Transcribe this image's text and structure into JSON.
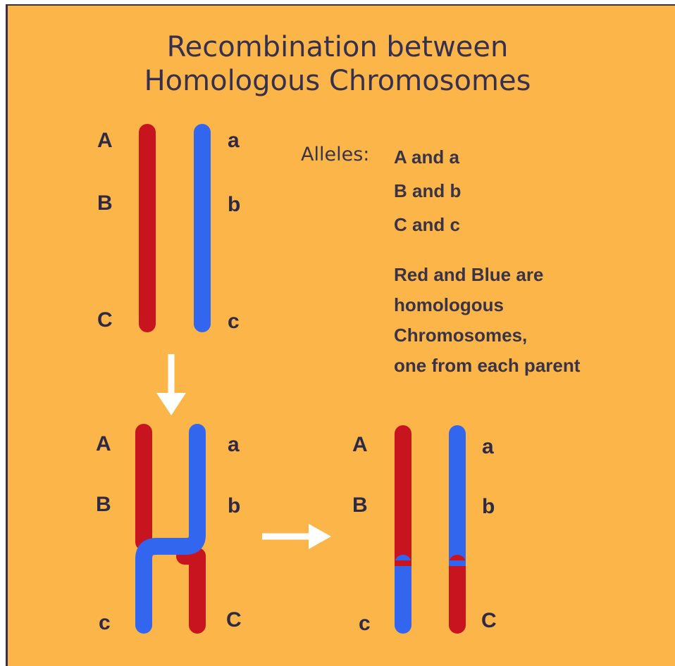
{
  "title_line1": "Recombination between",
  "title_line2": "Homologous Chromosomes",
  "colors": {
    "background": "#fbb549",
    "red_chromosome": "#c8141e",
    "blue_chromosome": "#3366ee",
    "arrow": "#ffffff",
    "text": "#35304d"
  },
  "top_pair": {
    "red_labels": [
      "A",
      "B",
      "C"
    ],
    "blue_labels": [
      "a",
      "b",
      "c"
    ]
  },
  "legend": {
    "alleles_word": "Alleles:",
    "pairs": [
      "A and a",
      "B and b",
      "C and c"
    ],
    "note_lines": [
      "Red and Blue are",
      "homologous",
      "Chromosomes,",
      "one from each parent"
    ]
  },
  "crossover_pair": {
    "left_labels": [
      "A",
      "B",
      "c"
    ],
    "right_labels": [
      "a",
      "b",
      "C"
    ]
  },
  "result_pair": {
    "left_labels": [
      "A",
      "B",
      "c"
    ],
    "right_labels": [
      "a",
      "b",
      "C"
    ]
  }
}
